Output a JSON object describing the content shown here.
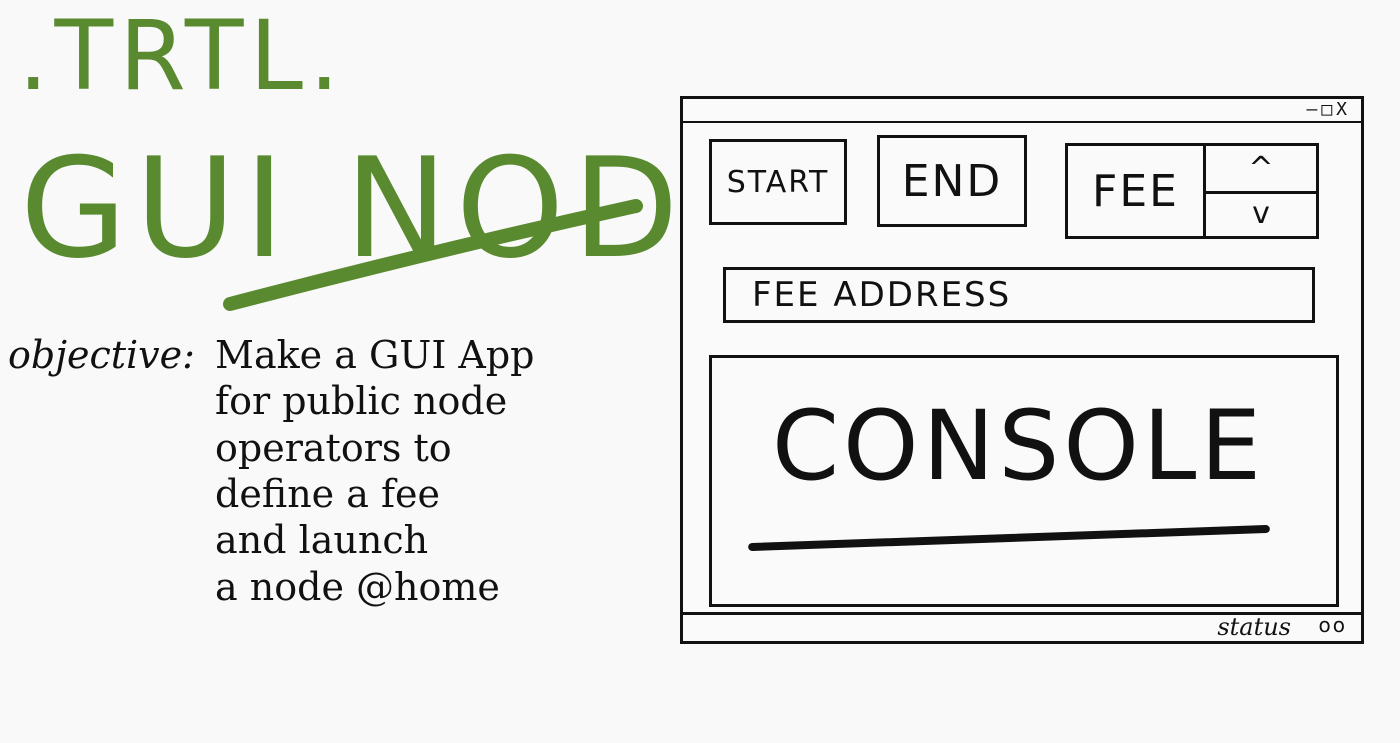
{
  "title": {
    "line1": ".TRTL.",
    "line2": "GUI NODE",
    "color": "#5a8a30"
  },
  "objective": {
    "label": "objective:",
    "lines": [
      "Make a GUI App",
      "for public node",
      "operators to",
      "define a fee",
      "and launch",
      "a node @home"
    ]
  },
  "window": {
    "controls": "–□X",
    "buttons": {
      "start": "START",
      "end": "END",
      "fee": "FEE"
    },
    "spinner": {
      "up": "^",
      "down": "v"
    },
    "fee_address": "FEE ADDRESS",
    "console": "CONSOLE",
    "status": "status",
    "status_dots": "oo"
  }
}
